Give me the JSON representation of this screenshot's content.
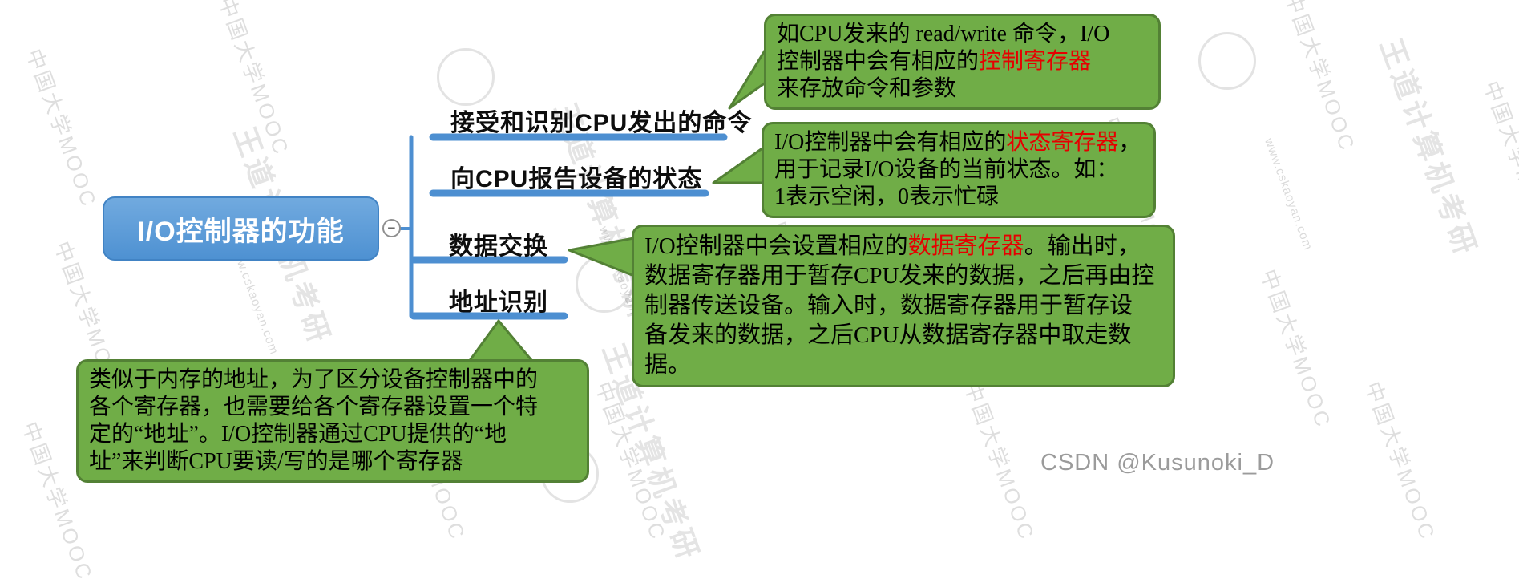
{
  "root": {
    "label": "I/O控制器的功能",
    "collapse_glyph": "−"
  },
  "branches": [
    {
      "label": "接受和识别CPU发出的命令"
    },
    {
      "label": "向CPU报告设备的状态"
    },
    {
      "label": "数据交换"
    },
    {
      "label": "地址识别"
    }
  ],
  "callouts": [
    {
      "name": "control-register-note",
      "segments": [
        {
          "text": "如CPU发来的 read/write 命令，I/O\n控制器中会有相应的",
          "highlight": false
        },
        {
          "text": "控制寄存器",
          "highlight": true
        },
        {
          "text": "\n来存放命令和参数",
          "highlight": false
        }
      ]
    },
    {
      "name": "status-register-note",
      "segments": [
        {
          "text": "I/O控制器中会有相应的",
          "highlight": false
        },
        {
          "text": "状态寄存器",
          "highlight": true
        },
        {
          "text": "，\n用于记录I/O设备的当前状态。如：\n1表示空闲，0表示忙碌",
          "highlight": false
        }
      ]
    },
    {
      "name": "data-register-note",
      "segments": [
        {
          "text": "I/O控制器中会设置相应的",
          "highlight": false
        },
        {
          "text": "数据寄存器",
          "highlight": true
        },
        {
          "text": "。输出时，\n数据寄存器用于暂存CPU发来的数据，之后再由控\n制器传送设备。输入时，数据寄存器用于暂存设\n备发来的数据，之后CPU从数据寄存器中取走数据。",
          "highlight": false
        }
      ]
    },
    {
      "name": "address-note",
      "segments": [
        {
          "text": "类似于内存的地址，为了区分设备控制器中的\n各个寄存器，也需要给各个寄存器设置一个特\n定的“地址”。I/O控制器通过CPU提供的“地\n址”来判断CPU要读/写的是哪个寄存器",
          "highlight": false
        }
      ]
    }
  ],
  "watermarks": {
    "mooc": "中国大学MOOC",
    "wangdao": "王道计算机考研",
    "site": "www.cskaoyan.com",
    "csdn_credit": "CSDN @Kusunoki_D"
  },
  "colors": {
    "node_fill": "#5B9BD5",
    "branch_line": "#4D8FD1",
    "callout_fill": "#70AD47",
    "callout_border": "#538135",
    "highlight_red": "#E60000",
    "watermark_gray": "#9B9B9B"
  }
}
